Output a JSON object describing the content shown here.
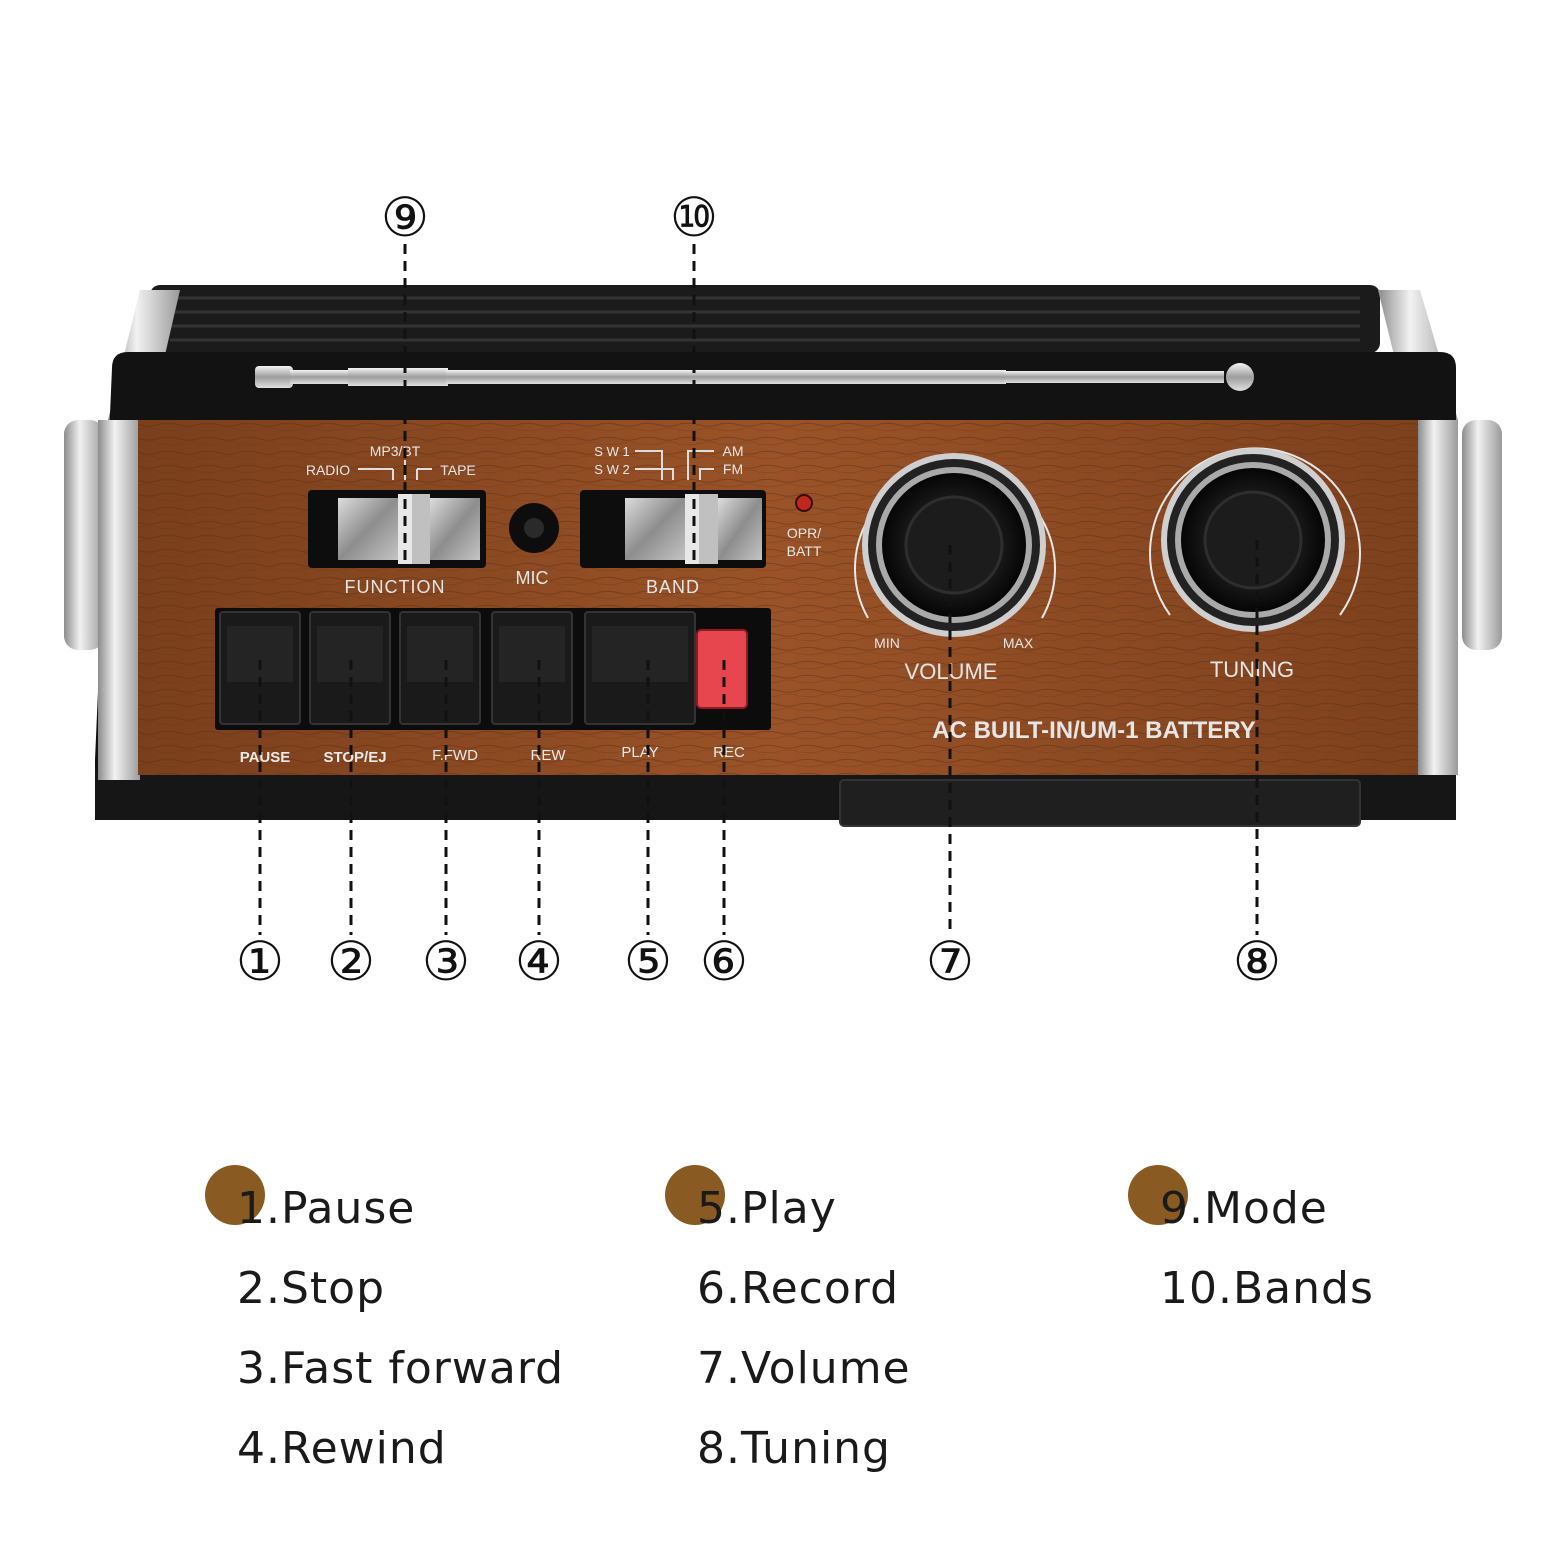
{
  "panel_labels": {
    "function_mp3bt": "MP3/BT",
    "function_radio": "RADIO",
    "function_tape": "TAPE",
    "function": "FUNCTION",
    "mic": "MIC",
    "band_sw1": "S W 1",
    "band_sw2": "S W 2",
    "band_am": "AM",
    "band_fm": "FM",
    "band": "BAND",
    "opr_batt_1": "OPR/",
    "opr_batt_2": "BATT",
    "volume_min": "MIN",
    "volume_max": "MAX",
    "volume": "VOLUME",
    "tuning": "TUNING",
    "power_note": "AC BUILT-IN/UM-1 BATTERY",
    "btn_pause": "PAUSE",
    "btn_stop": "STOP/EJ",
    "btn_ffwd": "F.FWD",
    "btn_rew": "REW",
    "btn_play": "PLAY",
    "btn_rec": "REC"
  },
  "callouts": {
    "c1": "①",
    "c2": "②",
    "c3": "③",
    "c4": "④",
    "c5": "⑤",
    "c6": "⑥",
    "c7": "⑦",
    "c8": "⑧",
    "c9": "⑨",
    "c10": "⑩"
  },
  "legend": {
    "col1": [
      "1.Pause",
      "2.Stop",
      "3.Fast forward",
      "4.Rewind"
    ],
    "col2": [
      "5.Play",
      "6.Record",
      "7.Volume",
      "8.Tuning"
    ],
    "col3": [
      "9.Mode",
      "10.Bands"
    ]
  },
  "colors": {
    "wood": "#8b4a22",
    "body": "#151515",
    "chrome": "#c9c9c9",
    "record": "#e8464f",
    "legend_dot": "#8a5a23"
  }
}
